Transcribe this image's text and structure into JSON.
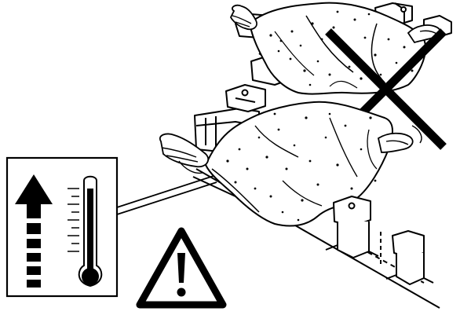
{
  "illustration": {
    "description_elements": [
      "cloth-covering-heating-element",
      "prohibited-x-mark",
      "temperature-rise-callout",
      "warning-triangle"
    ],
    "icons": {
      "up_arrow": "arrow-up-icon",
      "thermometer": "thermometer-icon",
      "warning": "warning-triangle-icon",
      "prohibited": "prohibited-cross-icon"
    },
    "colors": {
      "ink": "#000000",
      "paper": "#ffffff"
    }
  }
}
